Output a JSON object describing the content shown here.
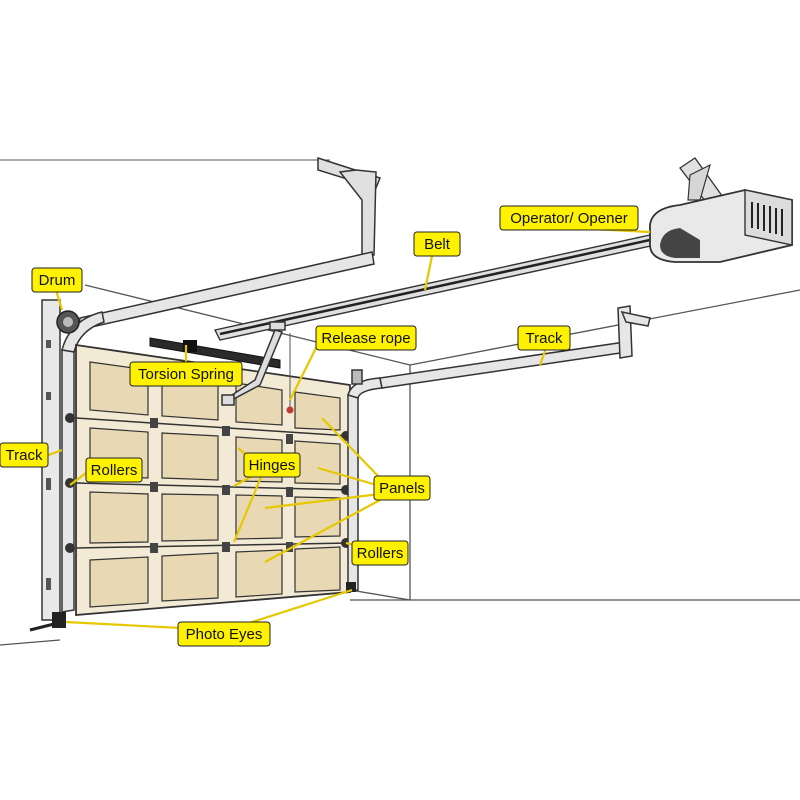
{
  "colors": {
    "callout_fill": "#fff200",
    "leader_line": "#e6c800",
    "panel_fill": "#e8d9b4",
    "door_frame": "#f2ead4",
    "outline": "#333333",
    "metal": "#d9d9d9",
    "opener_body": "#e6e6e6"
  },
  "labels": {
    "drum": "Drum",
    "belt": "Belt",
    "operator_opener": "Operator/ Opener",
    "release_rope": "Release rope",
    "track_right": "Track",
    "torsion_spring": "Torsion Spring",
    "track_left": "Track",
    "rollers_left": "Rollers",
    "hinges": "Hinges",
    "panels": "Panels",
    "rollers_right": "Rollers",
    "photo_eyes": "Photo Eyes"
  },
  "icons": {
    "opener": "garage-door-opener-icon",
    "drum": "cable-drum-icon",
    "spring": "torsion-spring-icon"
  }
}
